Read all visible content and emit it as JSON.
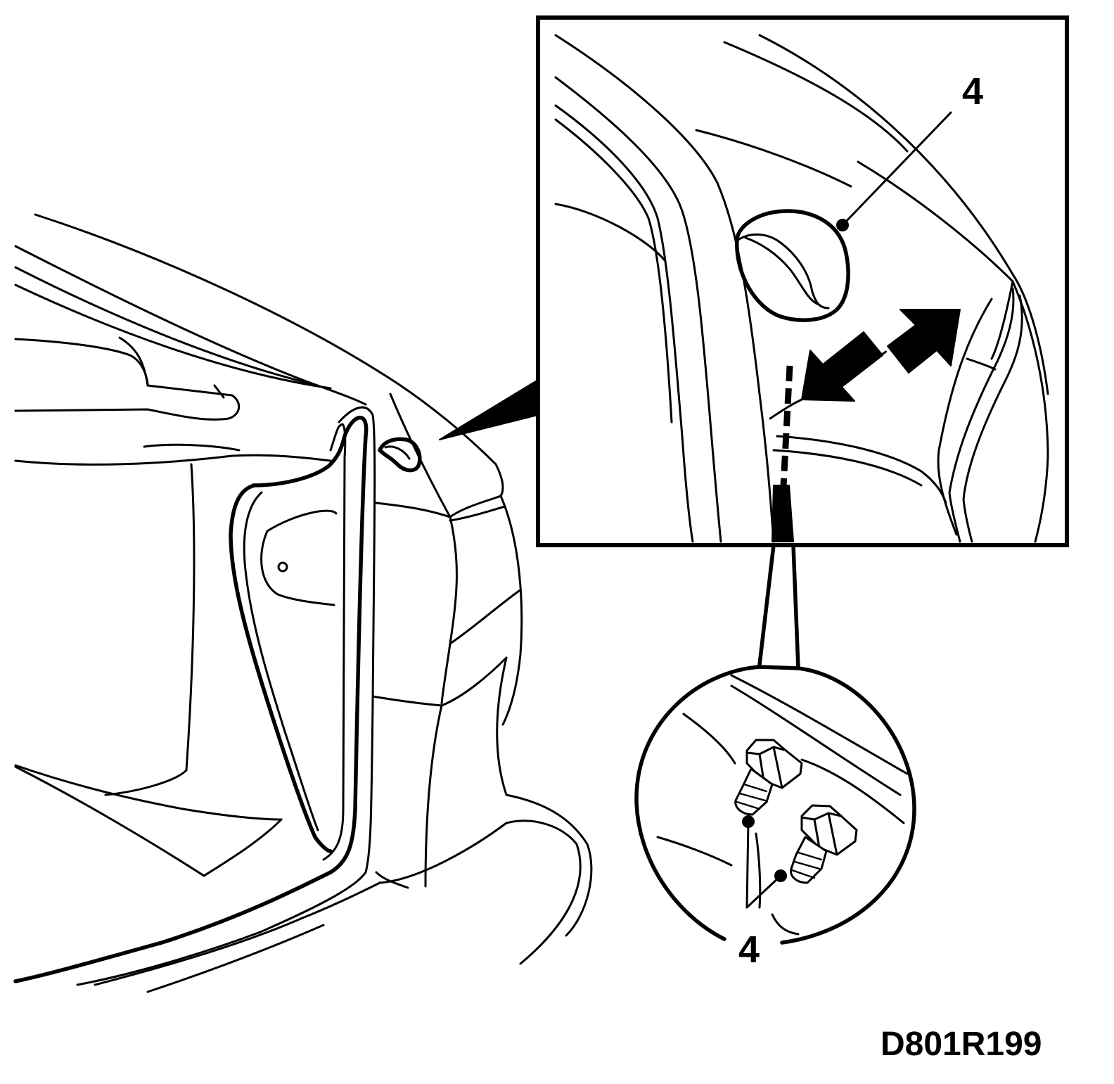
{
  "diagram": {
    "drawing_code": "D801R199",
    "labels": {
      "detail_view_callout": "4",
      "fasteners_callout": "4"
    },
    "icons": {
      "arrows": "double-arrow-icon",
      "fasteners": "push-pin-clip-icon"
    },
    "colors": {
      "line": "#000000",
      "background": "#ffffff"
    }
  }
}
